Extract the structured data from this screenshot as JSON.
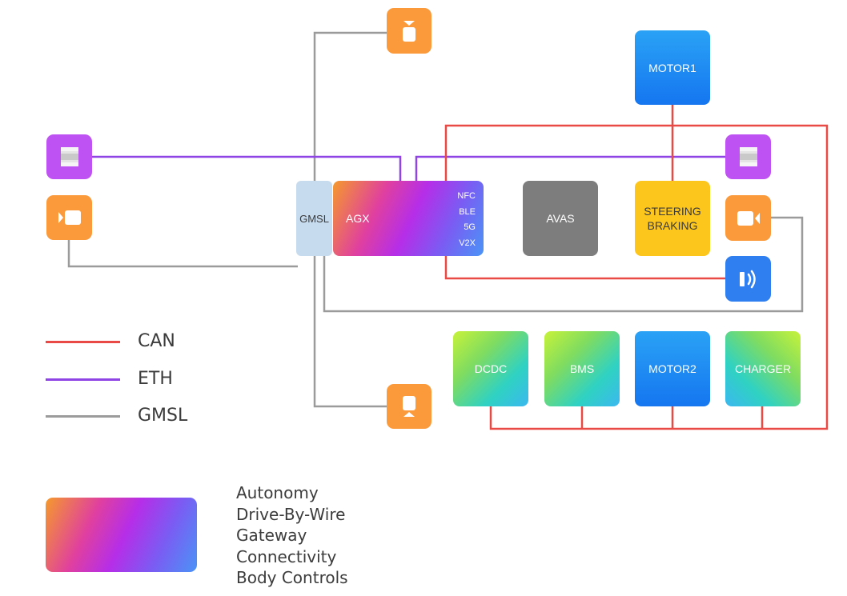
{
  "nodes": {
    "gmsl": "GMSL",
    "agx": "AGX",
    "agx_interfaces": [
      "NFC",
      "BLE",
      "5G",
      "V2X"
    ],
    "avas": "AVAS",
    "steering": "STEERING",
    "braking": "BRAKING",
    "motor1": "MOTOR1",
    "motor2": "MOTOR2",
    "dcdc": "DCDC",
    "bms": "BMS",
    "charger": "CHARGER"
  },
  "icons": {
    "camera_top": "camera-top-icon",
    "camera_bottom": "camera-bottom-icon",
    "camera_left": "camera-left-icon",
    "camera_right": "camera-right-icon",
    "lidar_left": "lidar-left-icon",
    "lidar_right": "lidar-right-icon",
    "speaker": "speaker-icon"
  },
  "legend": {
    "lines": [
      {
        "label": "CAN",
        "color": "#ea4a45"
      },
      {
        "label": "ETH",
        "color": "#8f45e6"
      },
      {
        "label": "GMSL",
        "color": "#9b9b9b"
      }
    ],
    "functions": [
      "Autonomy",
      "Drive-By-Wire",
      "Gateway",
      "Connectivity",
      "Body Controls"
    ]
  },
  "colors": {
    "can": "#ea4a45",
    "eth": "#8f45e6",
    "gmsl": "#9b9b9b",
    "camera": "#fb9a3a",
    "lidar": "#bf52f2",
    "speaker": "#2f7ff0",
    "motor": "#1c86f2",
    "avas": "#7d7d7d",
    "steering": "#fdc61c"
  }
}
